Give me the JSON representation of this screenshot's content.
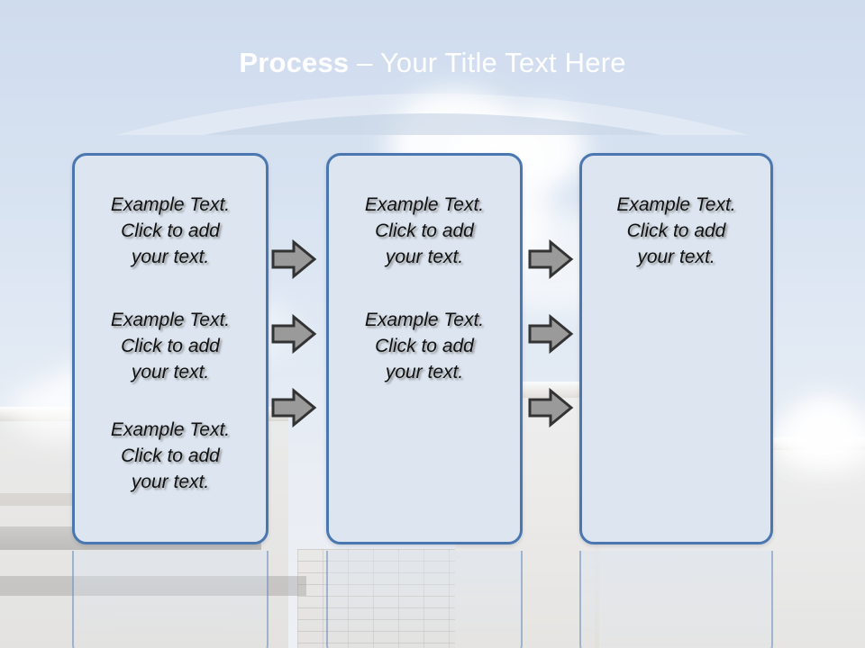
{
  "slide": {
    "title_strong": "Process",
    "title_rest": " – Your Title Text Here",
    "background_description": "sky-with-clouds-and-building-photo",
    "colors": {
      "header_top": "#1b3a5e",
      "header_bottom": "#4a7db4",
      "box_fill": "#dce5f0",
      "box_border": "#4a77b0",
      "arrow_fill": "#9a9a9a",
      "arrow_border": "#333333",
      "title_text": "#ffffff",
      "body_text": "#111111"
    }
  },
  "columns": [
    {
      "name": "column-1",
      "blocks": [
        {
          "line1": "Example Text.",
          "line2": "Click  to add",
          "line3": "your text."
        },
        {
          "line1": "Example Text.",
          "line2": "Click  to add",
          "line3": "your text."
        },
        {
          "line1": "Example Text.",
          "line2": "Click  to add",
          "line3": "your text."
        }
      ]
    },
    {
      "name": "column-2",
      "blocks": [
        {
          "line1": "Example Text.",
          "line2": "Click  to add",
          "line3": "your text."
        },
        {
          "line1": "Example Text.",
          "line2": "Click  to add",
          "line3": "your text."
        }
      ]
    },
    {
      "name": "column-3",
      "blocks": [
        {
          "line1": "Example Text.",
          "line2": "Click  to add",
          "line3": "your text."
        }
      ]
    }
  ],
  "arrows": {
    "icon": "right-arrow-icon",
    "left_group_count": 3,
    "right_group_count": 3
  }
}
